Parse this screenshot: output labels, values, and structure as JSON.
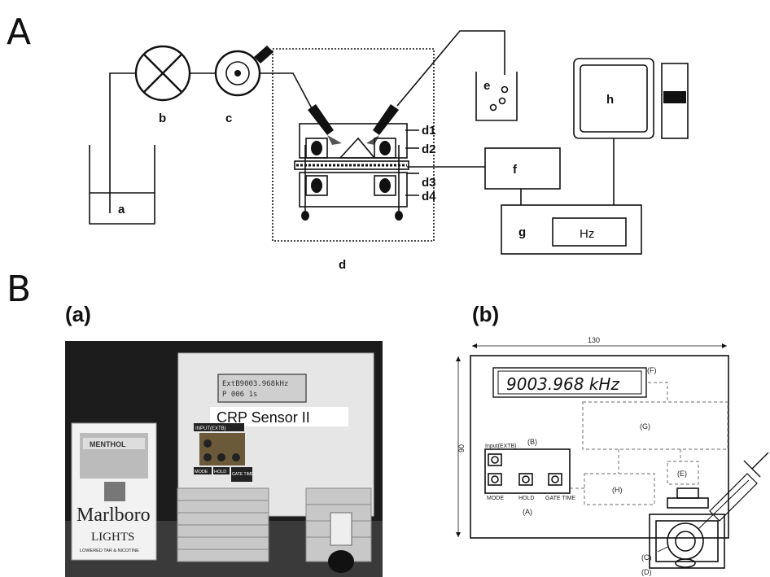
{
  "panel_a": {
    "letter": "A",
    "labels": {
      "a": "a",
      "b": "b",
      "c": "c",
      "d": "d",
      "d1": "d1",
      "d2": "d2",
      "d3": "d3",
      "d4": "d4",
      "e": "e",
      "f": "f",
      "g": "g",
      "h": "h",
      "hz": "Hz"
    }
  },
  "panel_b": {
    "letter": "B",
    "photo_label": "(a)",
    "schematic_label": "(b)",
    "photo": {
      "lcd_line1": "ExtB9003.968kHz",
      "lcd_line2": "P        006  1s",
      "device_title": "CRP Sensor II",
      "input_label": "INPUT(EXTB)",
      "buttons": [
        "MODE",
        "HOLD",
        "GATE TIME"
      ],
      "pack_top": "MENTHOL",
      "pack_brand": "Marlboro",
      "pack_sub": "LIGHTS",
      "pack_fine": "LOWERED TAR & NICOTINE"
    },
    "schematic": {
      "width_dim": "130",
      "height_dim": "90",
      "display": "9003.968 kHz",
      "input_label": "Input(EXTB)",
      "buttons": [
        "MODE",
        "HOLD",
        "GATE TIME"
      ],
      "callouts": [
        "(A)",
        "(B)",
        "(C)",
        "(D)",
        "(E)",
        "(F)",
        "(G)",
        "(H)"
      ]
    }
  }
}
